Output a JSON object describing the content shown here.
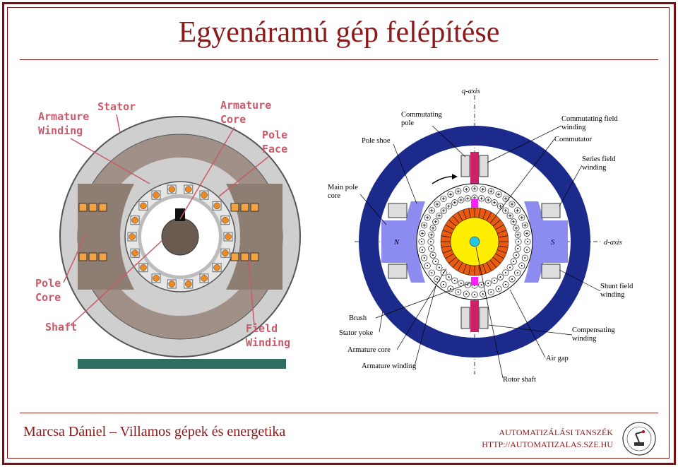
{
  "title": "Egyenáramú gép felépítése",
  "footer": {
    "author_course": "Marcsa Dániel – Villamos gépek és energetika",
    "department": "AUTOMATIZÁLÁSI TANSZÉK",
    "url": "HTTP://AUTOMATIZALAS.SZE.HU"
  },
  "left_diagram": {
    "labels": {
      "armature_winding_1": "Armature",
      "armature_winding_2": "Winding",
      "stator": "Stator",
      "armature_core_1": "Armature",
      "armature_core_2": "Core",
      "pole_face_1": "Pole",
      "pole_face_2": "Face",
      "pole_core_1": "Pole",
      "pole_core_2": "Core",
      "shaft": "Shaft",
      "field_winding_1": "Field",
      "field_winding_2": "Winding"
    }
  },
  "right_diagram": {
    "labels": {
      "q_axis": "q-axis",
      "d_axis": "d-axis",
      "commutating_pole_1": "Commutating",
      "commutating_pole_2": "pole",
      "commutating_field_winding_1": "Commutating field",
      "commutating_field_winding_2": "winding",
      "commutator": "Commutator",
      "pole_shoe": "Pole shoe",
      "series_field_winding_1": "Series field",
      "series_field_winding_2": "winding",
      "main_pole_core_1": "Main pole",
      "main_pole_core_2": "core",
      "north": "N",
      "south": "S",
      "shunt_field_winding_1": "Shunt field",
      "shunt_field_winding_2": "winding",
      "brush": "Brush",
      "stator_yoke": "Stator yoke",
      "compensating_winding_1": "Compensating",
      "compensating_winding_2": "winding",
      "armature_core": "Armature core",
      "air_gap": "Air gap",
      "armature_winding": "Armature winding",
      "rotor_shaft": "Rotor shaft"
    }
  },
  "colors": {
    "accent": "#8b1a1a",
    "stator_blue": "#1c2a8c",
    "pole_blue": "#8c8cf0",
    "rotor_orange": "#e85a10",
    "rotor_yellow": "#ffee00",
    "shaft_cyan": "#20c8e8",
    "brush_magenta": "#ff20ff",
    "left_stator_gray": "#cfcfcf",
    "left_pole_brown": "#8e7d73",
    "left_base_teal": "#2e6e60"
  }
}
